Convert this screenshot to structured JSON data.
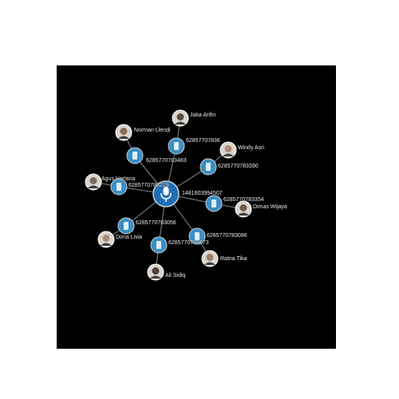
{
  "colors": {
    "background": "#000000",
    "edge": "#7f8a92",
    "hub_fill": "#1f6fb5",
    "phone_fill": "#3a8fc4",
    "node_ring": "#c9d3da",
    "label": "#e8e8e8"
  },
  "hub": {
    "label": "1481603994507",
    "icon": "microphone-icon"
  },
  "phones": [
    {
      "id": "p1",
      "label": "6285770783483",
      "icon": "phone-icon"
    },
    {
      "id": "p2",
      "label": "62857707836",
      "icon": "phone-icon"
    },
    {
      "id": "p3",
      "label": "6285770783390",
      "icon": "phone-icon"
    },
    {
      "id": "p4",
      "label": "6285770783354",
      "icon": "phone-icon"
    },
    {
      "id": "p5",
      "label": "6285770783086",
      "icon": "phone-icon"
    },
    {
      "id": "p6",
      "label": "6285770783673",
      "icon": "phone-icon"
    },
    {
      "id": "p7",
      "label": "6285770783056",
      "icon": "phone-icon"
    },
    {
      "id": "p8",
      "label": "6285770783229",
      "icon": "phone-icon"
    }
  ],
  "contacts": [
    {
      "id": "c1",
      "name": "Norman Llendi",
      "phone": "p1"
    },
    {
      "id": "c2",
      "name": "Jaka Arifin",
      "phone": "p2"
    },
    {
      "id": "c3",
      "name": "Windy Asri",
      "phone": "p3"
    },
    {
      "id": "c4",
      "name": "Dimas Wijaya",
      "phone": "p4"
    },
    {
      "id": "c5",
      "name": "Ratna Tika",
      "phone": "p5"
    },
    {
      "id": "c6",
      "name": "Ali Sidiq",
      "phone": "p6"
    },
    {
      "id": "c7",
      "name": "Dona Livia",
      "phone": "p7"
    },
    {
      "id": "c8",
      "name": "Agus Herlana",
      "phone": "p8"
    }
  ]
}
